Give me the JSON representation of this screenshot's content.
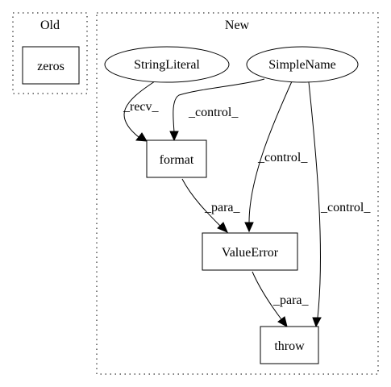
{
  "clusters": {
    "old": {
      "label": "Old"
    },
    "new": {
      "label": "New"
    }
  },
  "nodes": {
    "zeros": {
      "label": "zeros",
      "shape": "box"
    },
    "string_literal": {
      "label": "StringLiteral",
      "shape": "ellipse"
    },
    "simple_name": {
      "label": "SimpleName",
      "shape": "ellipse"
    },
    "format": {
      "label": "format",
      "shape": "box"
    },
    "value_error": {
      "label": "ValueError",
      "shape": "box"
    },
    "throw": {
      "label": "throw",
      "shape": "box"
    }
  },
  "edges": {
    "stringliteral_format": {
      "from": "StringLiteral",
      "to": "format",
      "label": "_recv_"
    },
    "simplename_format": {
      "from": "SimpleName",
      "to": "format",
      "label": "_control_"
    },
    "simplename_valueerror": {
      "from": "SimpleName",
      "to": "ValueError",
      "label": "_control_"
    },
    "simplename_throw": {
      "from": "SimpleName",
      "to": "throw",
      "label": "_control_"
    },
    "format_valueerror": {
      "from": "format",
      "to": "ValueError",
      "label": "_para_"
    },
    "valueerror_throw": {
      "from": "ValueError",
      "to": "throw",
      "label": "_para_"
    }
  },
  "colors": {
    "stroke": "#000000",
    "background": "#ffffff"
  }
}
